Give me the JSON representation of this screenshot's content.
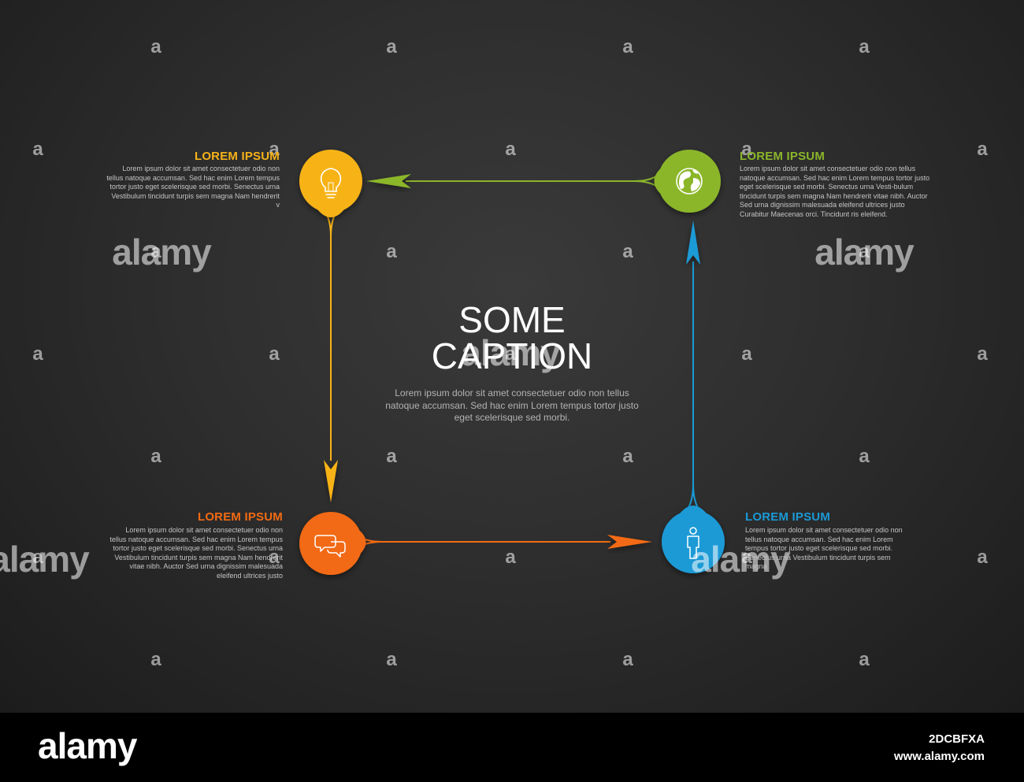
{
  "caption": {
    "line1": "SOME",
    "line2": "CAPTION"
  },
  "center_text": "Lorem ipsum dolor sit amet consectetuer odio non tellus natoque accumsan. Sed hac enim Lorem tempus tortor justo eget scelerisque sed morbi.",
  "colors": {
    "background": "#2e2e2e",
    "yellow": "#f7b318",
    "green": "#8bb62a",
    "orange": "#f26b13",
    "blue": "#1a9ad6",
    "icon_stroke": "#ffffff"
  },
  "steps": [
    {
      "id": "top-left",
      "title": "LOREM IPSUM",
      "color": "#f7b318",
      "icon": "lightbulb-icon",
      "text": "Lorem ipsum dolor sit amet consectetuer odio non tellus natoque accumsan. Sed hac enim Lorem tempus tortor justo eget scelerisque sed morbi. Senectus urna Vestibulum tincidunt turpis sem magna Nam hendrerit v"
    },
    {
      "id": "top-right",
      "title": "LOREM IPSUM",
      "color": "#8bb62a",
      "icon": "globe-icon",
      "text": "Lorem ipsum dolor sit amet consectetuer odio non tellus natoque accumsan. Sed hac enim Lorem tempus tortor justo eget scelerisque sed morbi. Senectus urna Vesti-bulum tincidunt turpis sem magna Nam hendrerit vitae nibh. Auctor Sed urna dignissim malesuada eleifend ultrices justo Curabitur Maecenas orci. Tincidunt ris eleifend."
    },
    {
      "id": "bottom-left",
      "title": "LOREM IPSUM",
      "color": "#f26b13",
      "icon": "chat-bubbles-icon",
      "text": "Lorem ipsum dolor sit amet consectetuer odio non tellus natoque accumsan. Sed hac enim Lorem tempus tortor justo eget scelerisque sed morbi. Senectus urna Vestibulum tincidunt turpis sem magna Nam hendrerit vitae nibh. Auctor Sed urna dignissim malesuada eleifend ultrices justo"
    },
    {
      "id": "bottom-right",
      "title": "LOREM IPSUM",
      "color": "#1a9ad6",
      "icon": "person-icon",
      "text": "Lorem ipsum dolor sit amet consectetuer odio non tellus natoque accumsan. Sed hac enim Lorem tempus tortor justo eget scelerisque sed morbi. Senectus urna Vestibulum tincidunt turpis sem magna"
    }
  ],
  "watermark": {
    "small_mark": "a",
    "big_mark": "alamy"
  },
  "footer": {
    "logo": "alamy",
    "image_id": "2DCBFXA",
    "url": "www.alamy.com"
  }
}
